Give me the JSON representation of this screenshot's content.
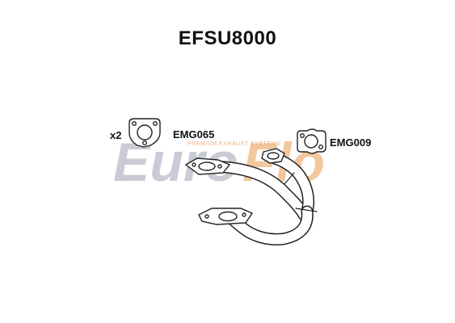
{
  "title": "EFSU8000",
  "watermark": {
    "brand_part1": "Euro",
    "brand_part2": "Flo",
    "tagline": "PREMIUM EXHAUST SYSTEMS",
    "colors": {
      "grey": "#c9ccd6",
      "orange": "#f3c79d"
    }
  },
  "parts": [
    {
      "code": "EMG065",
      "quantity": "x2",
      "type": "triangular-gasket"
    },
    {
      "code": "EMG009",
      "quantity": "",
      "type": "two-bolt-gasket"
    }
  ],
  "main_part": {
    "type": "front-pipe"
  }
}
